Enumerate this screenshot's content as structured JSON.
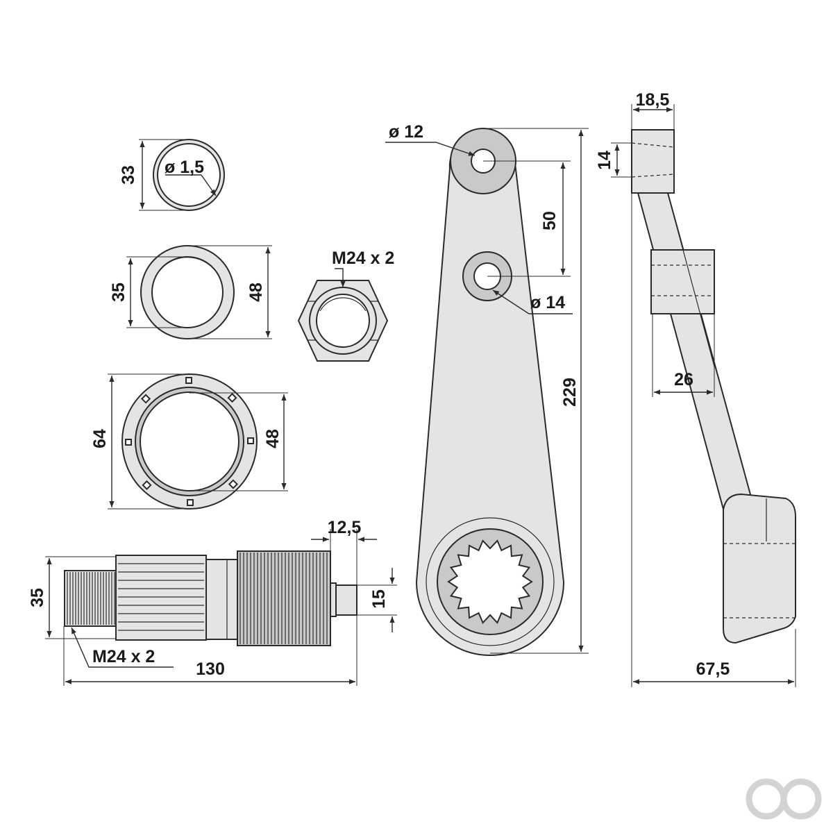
{
  "labels": {
    "ring_height": "33",
    "ring_wire": "ø 1,5",
    "bushing_inner": "35",
    "bushing_outer": "48",
    "nut_thread": "M24 x 2",
    "flange_outer": "64",
    "flange_inner": "48",
    "shaft_diameter": "35",
    "shaft_tip_length": "12,5",
    "shaft_tip_diameter": "15",
    "shaft_thread": "M24 x 2",
    "shaft_length": "130",
    "arm_top_hole": "ø 12",
    "arm_hole_spacing": "50",
    "arm_mid_hole": "ø 14",
    "arm_length": "229",
    "side_top_width": "18,5",
    "side_top_height": "14",
    "side_offset": "26",
    "side_total_width": "67,5"
  },
  "icons": {
    "logo": "brand-logo-icon"
  },
  "colors": {
    "part_fill": "#e4e4e4",
    "line": "#2a2a2a",
    "logo": "#d3d3d3"
  }
}
